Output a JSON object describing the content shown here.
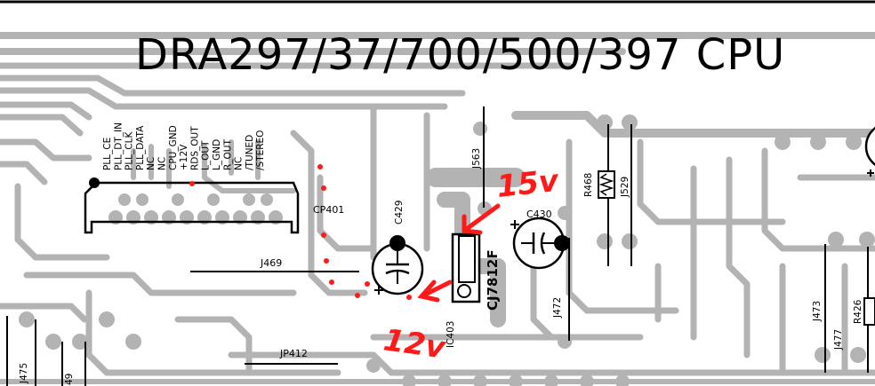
{
  "title": "DRA297/37/700/500/397 CPU",
  "header_pins": [
    "PLL_CE",
    "PLL_DT_IN",
    "PLL_CLK",
    "PLL_DATA",
    "NC",
    "NC",
    "CPU_GND",
    "+12V",
    "RDS_OUT",
    "L_OUT",
    "L_GND",
    "R_OUT",
    "NC",
    "/TUNED",
    "/STEREO"
  ],
  "components": {
    "cp401": "CP401",
    "c429": "C429",
    "c430": "C430",
    "j563": "J563",
    "r468": "R468",
    "j529": "J529",
    "j469": "J469",
    "ic_part": "CJ7812F",
    "ic403": "IC403",
    "j472": "J472",
    "jp412": "JP412",
    "j473": "J473",
    "j477": "J477",
    "r426": "R426",
    "j475": "J475",
    "j49": "49"
  },
  "annotations": {
    "input_voltage": "15v",
    "output_voltage": "12v"
  },
  "colors": {
    "copper": "#b3b3b3",
    "silkscreen": "#000000",
    "annotation": "#ff1a1a"
  }
}
